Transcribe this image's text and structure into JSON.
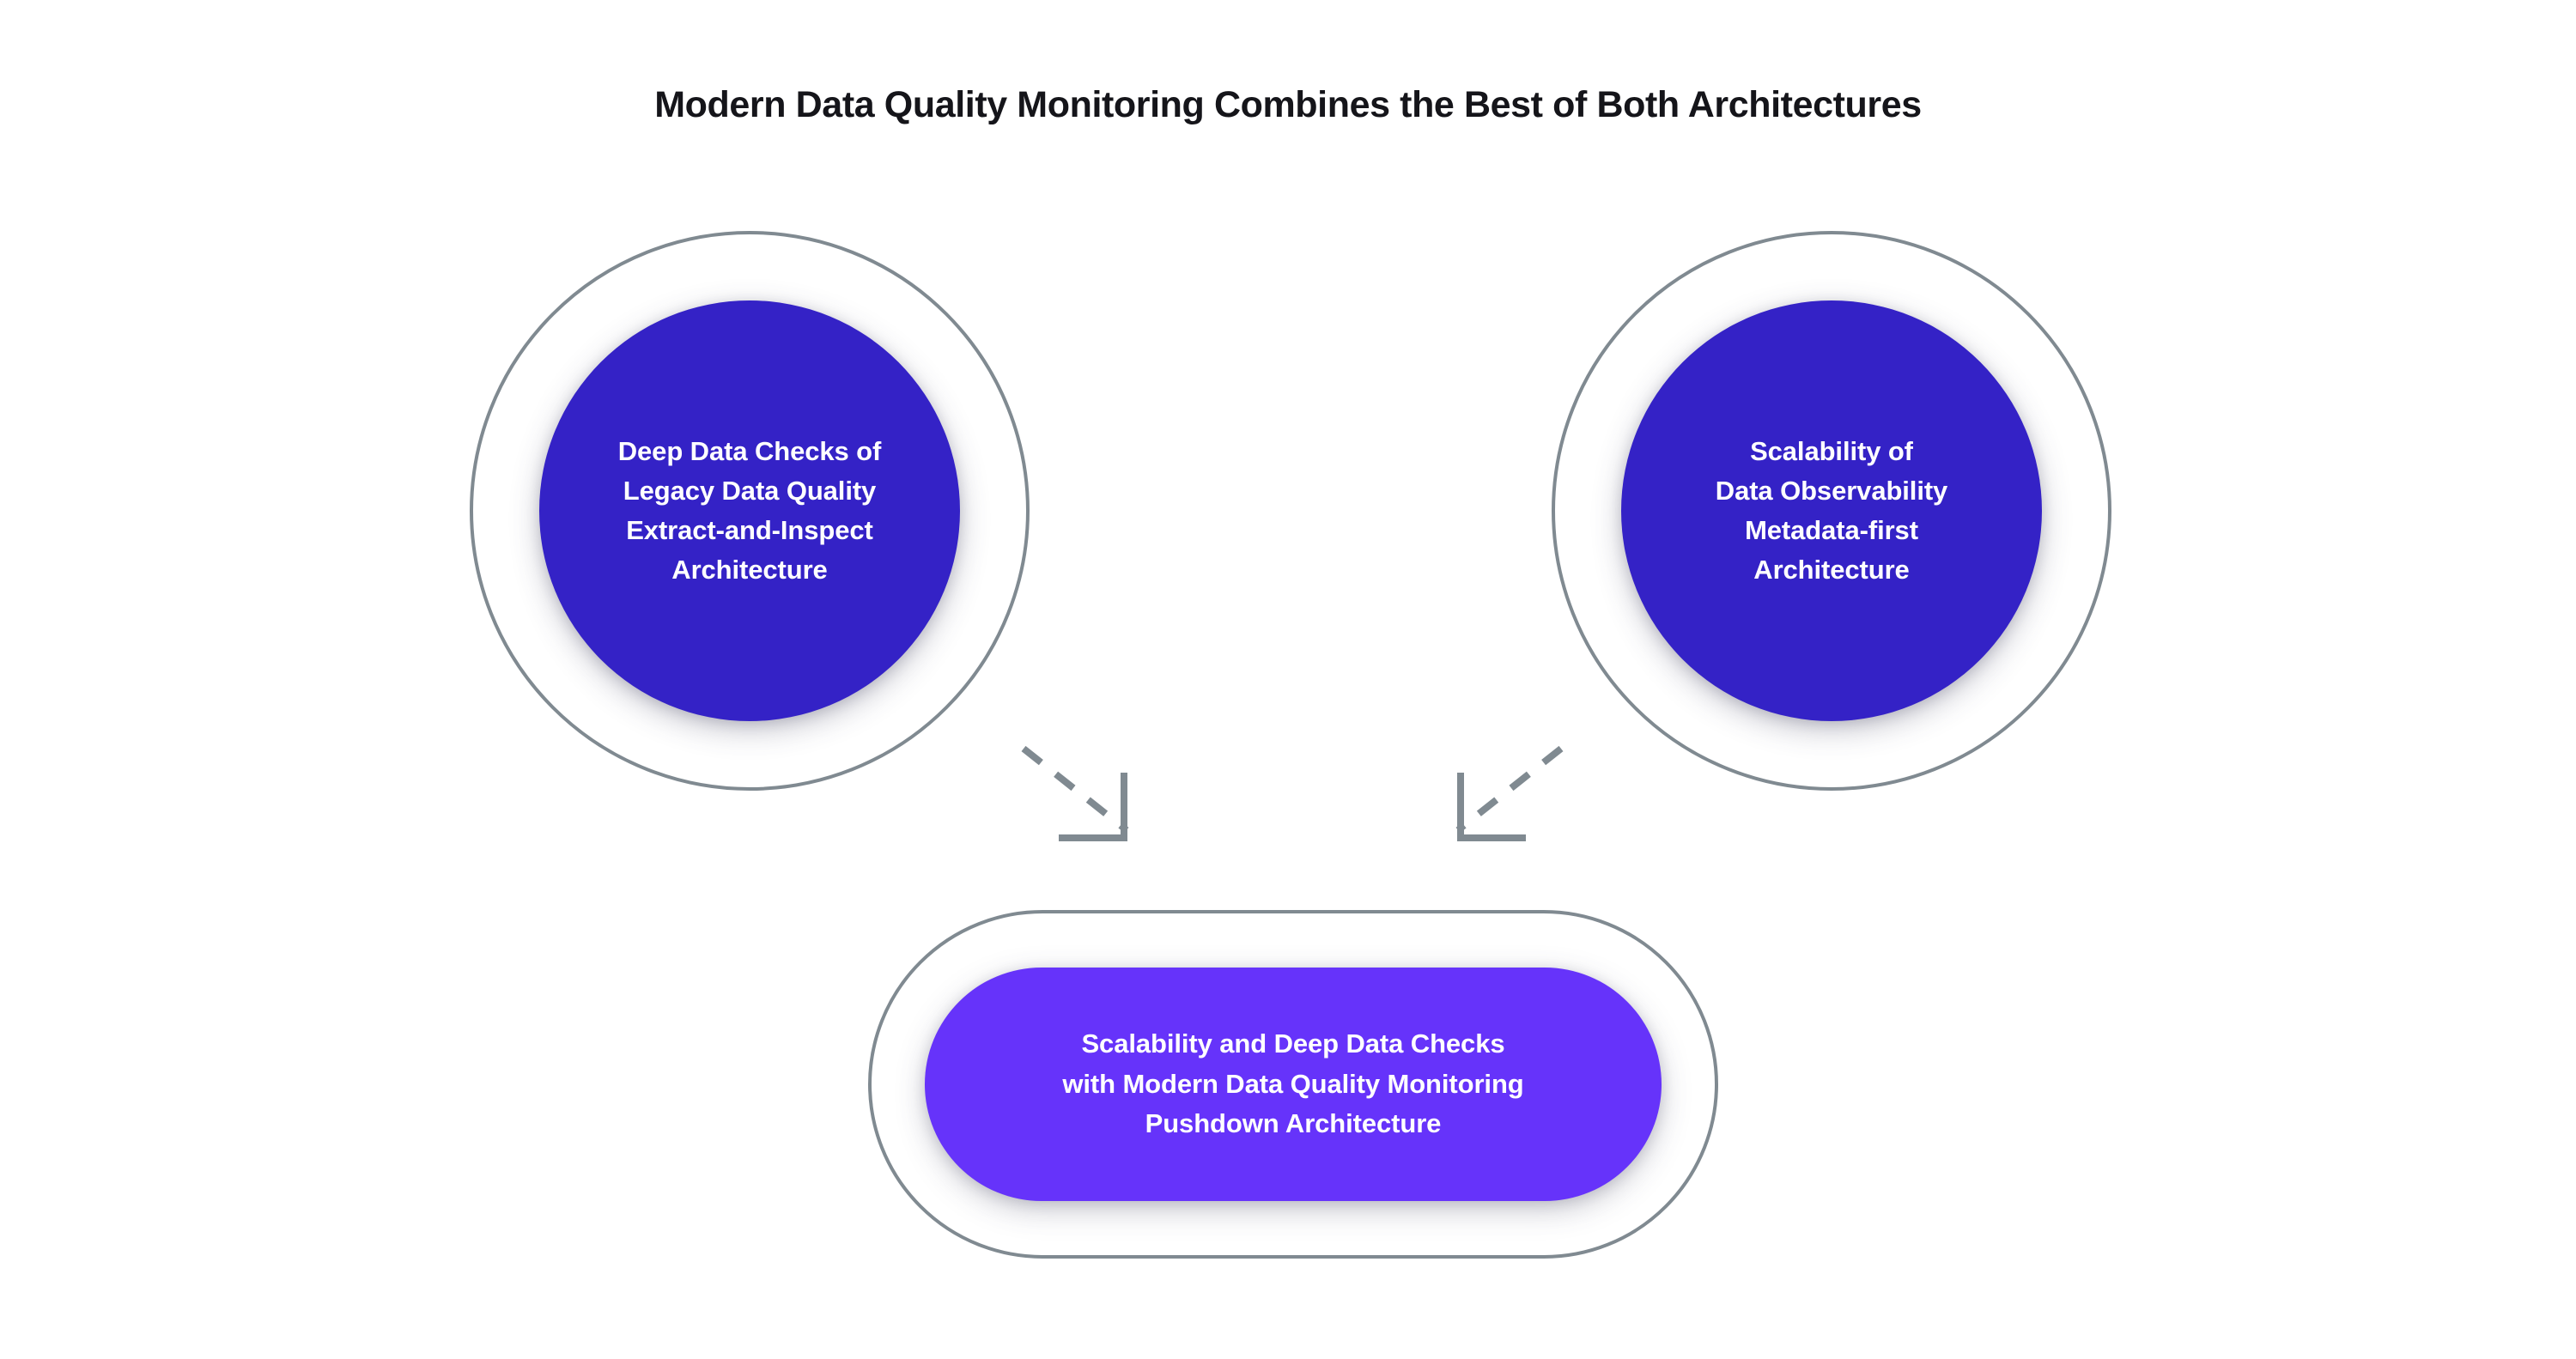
{
  "title": "Modern Data Quality Monitoring Combines the Best of Both Architectures",
  "colors": {
    "background": "#ffffff",
    "title_text": "#15151a",
    "outline_gray": "#808a91",
    "legacy_circle_fill": "#3422c6",
    "observability_circle_fill": "#3422c6",
    "pushdown_capsule_fill": "#6633fa",
    "node_label_text": "#ffffff",
    "connector_line": "#808a91"
  },
  "nodes": {
    "legacy": {
      "name": "Deep Data Checks of Legacy Data Quality Extract-and-Inspect Architecture",
      "label": "Deep Data Checks of\nLegacy Data Quality\nExtract-and-Inspect\nArchitecture",
      "lines": [
        "Deep Data Checks of",
        "Legacy Data Quality",
        "Extract-and-Inspect",
        "Architecture"
      ],
      "shape": "circle-in-ring"
    },
    "observability": {
      "name": "Scalability of Data Observability Metadata-first Architecture",
      "label": "Scalability of\nData Observability\nMetadata-first\nArchitecture",
      "lines": [
        "Scalability of",
        "Data Observability",
        "Metadata-first",
        "Architecture"
      ],
      "shape": "circle-in-ring"
    },
    "pushdown": {
      "name": "Scalability and Deep Data Checks with Modern Data Quality Monitoring Pushdown Architecture",
      "label": "Scalability and Deep Data Checks\nwith Modern Data Quality Monitoring\nPushdown Architecture",
      "lines": [
        "Scalability and Deep Data Checks",
        "with Modern Data Quality Monitoring",
        "Pushdown Architecture"
      ],
      "shape": "capsule-in-capsule"
    }
  },
  "connectors": [
    {
      "id": "legacy-to-pushdown",
      "from": "legacy",
      "to": "pushdown",
      "style": "dashed",
      "direction": "down-right",
      "arrowhead": "open-corner"
    },
    {
      "id": "observability-to-pushdown",
      "from": "observability",
      "to": "pushdown",
      "style": "dashed",
      "direction": "down-left",
      "arrowhead": "open-corner"
    }
  ]
}
